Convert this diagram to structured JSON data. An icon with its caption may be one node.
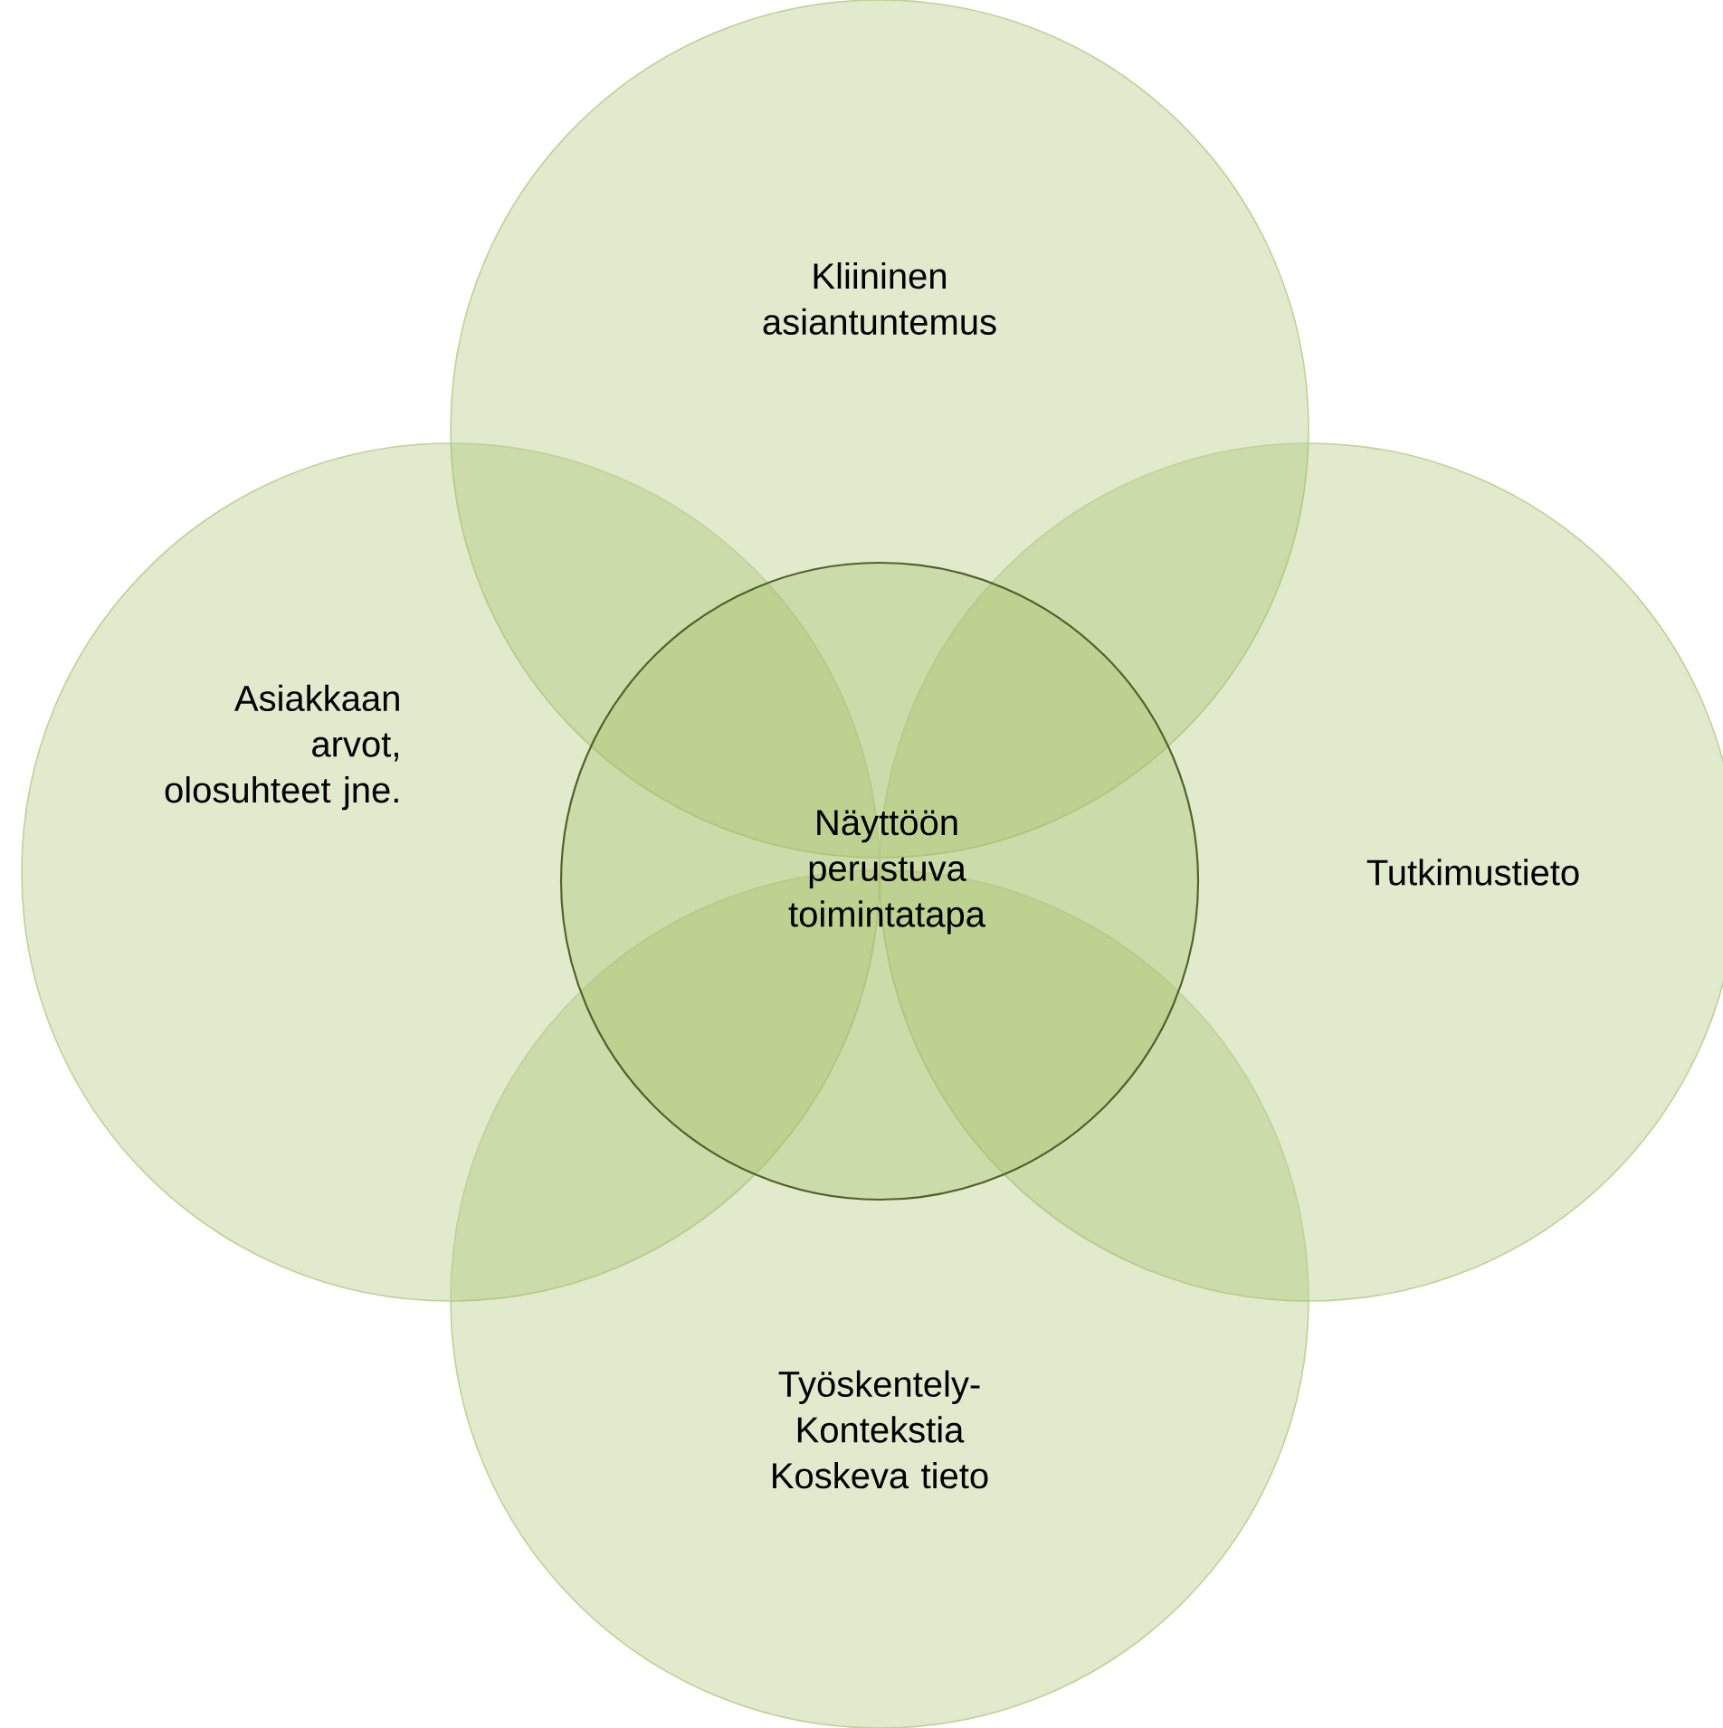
{
  "diagram": {
    "nodes": [
      {
        "text": [
          "Kliininen asiantuntemus"
        ]
      },
      {
        "text": [
          "Asiakkaan arvot, olosuhteet jne."
        ]
      },
      {
        "text": [
          "Näyttöön perustuva toimintatapa"
        ]
      },
      {
        "text": [
          "Tutkimustieto"
        ]
      },
      {
        "text": [
          "Työskentely- Kontekstia Koskeva tieto"
        ]
      }
    ]
  }
}
